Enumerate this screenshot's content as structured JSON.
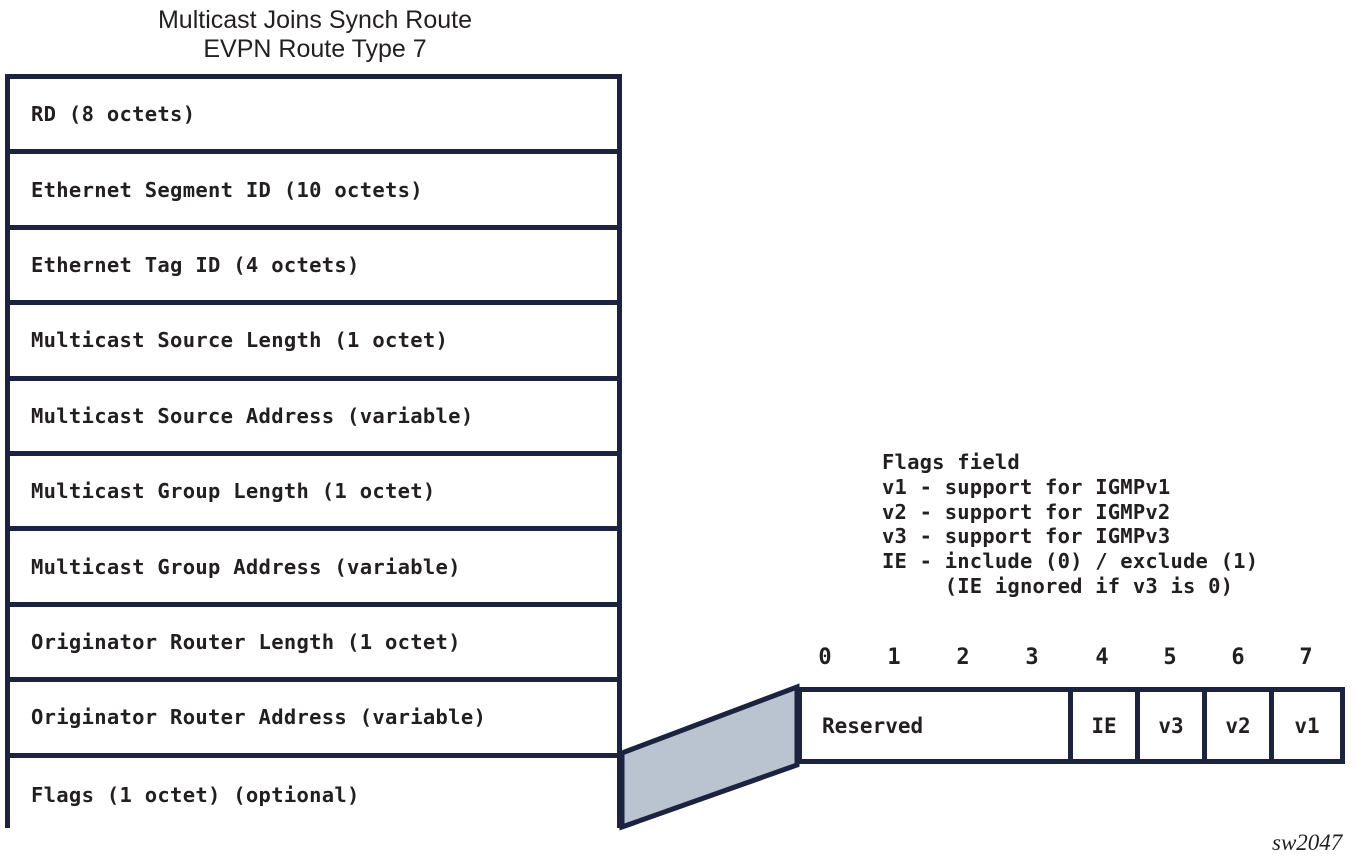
{
  "title": {
    "line1": "Multicast Joins Synch Route",
    "line2": "EVPN Route Type 7",
    "full": "Multicast Joins Synch Route\nEVPN Route Type 7"
  },
  "route_fields": [
    {
      "label": "RD (8 octets)"
    },
    {
      "label": "Ethernet Segment ID (10 octets)"
    },
    {
      "label": "Ethernet Tag ID (4 octets)"
    },
    {
      "label": "Multicast Source Length (1 octet)"
    },
    {
      "label": "Multicast Source Address (variable)"
    },
    {
      "label": "Multicast Group Length (1 octet)"
    },
    {
      "label": "Multicast Group Address (variable)"
    },
    {
      "label": "Originator Router Length (1 octet)"
    },
    {
      "label": "Originator Router Address (variable)"
    },
    {
      "label": "Flags (1 octet) (optional)"
    }
  ],
  "flags_legend": {
    "heading": "Flags field",
    "lines": [
      "Flags field",
      "v1 - support for IGMPv1",
      "v2 - support for IGMPv2",
      "v3 - support for IGMPv3",
      "IE - include (0) / exclude (1)",
      "     (IE ignored if v3 is 0)"
    ],
    "text": "Flags field\nv1 - support for IGMPv1\nv2 - support for IGMPv2\nv3 - support for IGMPv3\nIE - include (0) / exclude (1)\n     (IE ignored if v3 is 0)"
  },
  "bit_numbers": [
    "0",
    "1",
    "2",
    "3",
    "4",
    "5",
    "6",
    "7"
  ],
  "flags_table": {
    "cells": [
      {
        "label": "Reserved",
        "bits": "0-3"
      },
      {
        "label": "IE",
        "bits": "4"
      },
      {
        "label": "v3",
        "bits": "5"
      },
      {
        "label": "v2",
        "bits": "6"
      },
      {
        "label": "v1",
        "bits": "7"
      }
    ]
  },
  "caption": "sw2047",
  "colors": {
    "border": "#1b2340",
    "funnel_fill": "#b9c4d0",
    "text": "#231f20",
    "background": "#ffffff"
  }
}
